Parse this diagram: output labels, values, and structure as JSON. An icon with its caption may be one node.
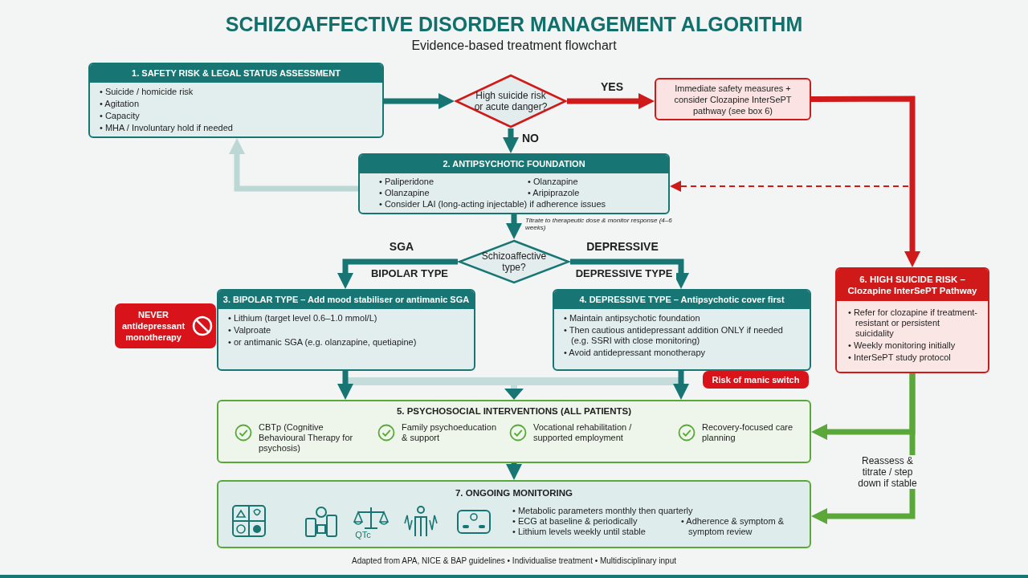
{
  "diagram": {
    "title": "SCHIZOAFFECTIVE DISORDER MANAGEMENT ALGORITHM",
    "caption": "Adapted from APA, NICE & BAP guidelines • Individualise treatment • Multidisciplinary input",
    "nodes": [
      {
        "text": [
          "1. SAFETY RISK & LEGAL STATUS ASSESSMENT",
          "• Suicide / homicide risk",
          "• Agitation",
          "• Capacity",
          "• MHA / Involuntary hold if needed"
        ]
      },
      {
        "text": [
          "High suicide risk or acute danger?"
        ]
      },
      {
        "text": [
          "Immediate safety measures + consider Clozapine InterSePT pathway (see box 6)"
        ]
      },
      {
        "text": [
          "2. ANTIPSYCHOTIC FOUNDATION",
          "• Paliperidone",
          "• Olanzapine",
          "• Olanzapine",
          "• Aripiprazole",
          "• Consider LAI (long-acting injectable) if adherence issues"
        ]
      },
      {
        "text": [
          "Schizoaffective type?"
        ]
      },
      {
        "text": [
          "3. BIPOLAR TYPE – Add mood stabiliser or antimanic SGA",
          "• Lithium (target level 0.6–1.0 mmol/L)",
          "• Valproate",
          "• or antimanic SGA (e.g. olanzapine, quetiapine)"
        ]
      },
      {
        "text": [
          "NEVER antidepressant monotherapy"
        ]
      },
      {
        "text": [
          "4. DEPRESSIVE TYPE – Antipsychotic cover first",
          "• Maintain antipsychotic foundation",
          "• Then cautious antidepressant addition ONLY if needed (e.g. SSRI with close monitoring)",
          "• Avoid antidepressant monotherapy"
        ]
      },
      {
        "text": [
          "Risk of manic switch"
        ]
      },
      {
        "text": [
          "6. HIGH SUICIDE RISK – Clozapine InterSePT Pathway",
          "• Refer for clozapine if treatment-resistant or persistent suicidality",
          "• Weekly monitoring initially",
          "• InterSePT study protocol"
        ]
      },
      {
        "text": [
          "5. PSYCHOSOCIAL INTERVENTIONS (ALL PATIENTS)",
          "CBTp (Cognitive Behavioural Therapy for psychosis)",
          "Family psychoeducation & support",
          "Vocational rehabilitation / supported employment",
          "Recovery-focused care planning"
        ]
      },
      {
        "text": [
          "7. ONGOING MONITORING",
          "• Metabolic parameters monthly then quarterly",
          "• ECG at baseline & periodically",
          "• Lithium levels weekly until stable",
          "• Adherence & symptom & symptom review"
        ]
      }
    ],
    "edges": [
      {
        "from": 0,
        "to": 1,
        "arrow": "to"
      },
      {
        "from": 1,
        "to": 2,
        "arrow": "to",
        "label": "YES",
        "color": "#d01a1a"
      },
      {
        "from": 1,
        "to": 3,
        "arrow": "to",
        "label": "NO"
      },
      {
        "from": 3,
        "to": 0,
        "arrow": "to",
        "color": "#bcd8d5"
      },
      {
        "from": 2,
        "to": 9,
        "arrow": "to",
        "color": "#d01a1a"
      },
      {
        "from": 2,
        "to": 3,
        "arrow": "to",
        "style": "dashed",
        "color": "#d01a1a"
      },
      {
        "from": 3,
        "to": 4,
        "arrow": "to",
        "label": "Titrate to therapeutic dose & monitor response (4–6 weeks)"
      },
      {
        "from": 4,
        "to": 5,
        "arrow": "to",
        "label": "BIPOLAR TYPE"
      },
      {
        "from": 4,
        "to": 7,
        "arrow": "to",
        "label": "DEPRESSIVE TYPE"
      },
      {
        "from": 5,
        "to": 10,
        "arrow": "to"
      },
      {
        "from": 7,
        "to": 10,
        "arrow": "to"
      },
      {
        "from": 10,
        "to": 11,
        "arrow": "to"
      },
      {
        "from": 9,
        "to": 10,
        "arrow": "to",
        "color": "#5aa83a"
      },
      {
        "from": 9,
        "to": 11,
        "arrow": "to",
        "color": "#5aa83a"
      }
    ],
    "labels": [
      "Evidence-based treatment flowchart",
      "SGA",
      "DEPRESSIVE",
      "QTc",
      "Reassess & titrate / step down if stable"
    ]
  }
}
